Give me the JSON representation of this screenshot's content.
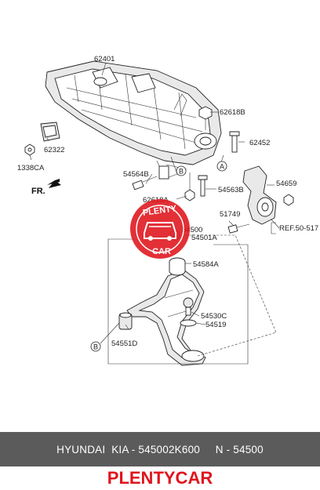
{
  "labels": {
    "p62401": "62401",
    "p62618B": "62618B",
    "p62322": "62322",
    "p62452": "62452",
    "p1338CA": "1338CA",
    "p54564B": "54564B",
    "p54563B": "54563B",
    "p54659": "54659",
    "p62618A": "62618A",
    "p51749": "51749",
    "p54500": "54500",
    "p54501A": "54501A",
    "ref": "REF.50-517",
    "p54584A": "54584A",
    "p54530C": "54530C",
    "p54519": "54519",
    "p54551D": "54551D",
    "fr": "FR."
  },
  "callouts": {
    "a1": "A",
    "a2": "A",
    "b1": "B",
    "b2": "B"
  },
  "watermark": {
    "top": "PLENTY",
    "bottom": "CAR",
    "color": "#e0141c"
  },
  "footer": {
    "part_text": "HYUNDAI  KIA - 545002K600     N - 54500",
    "bar_color": "#5b5b5b"
  },
  "brand": {
    "name": "PLENTYCAR",
    "color": "#e0141c"
  }
}
